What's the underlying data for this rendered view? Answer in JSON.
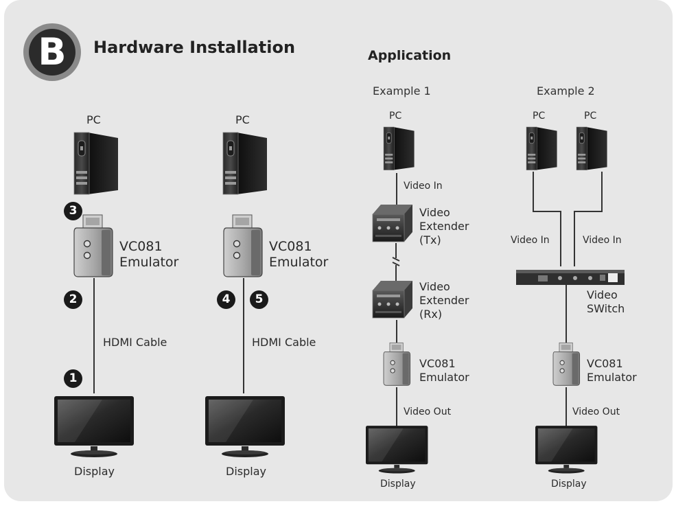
{
  "header": {
    "section_letter": "B",
    "title": "Hardware Installation",
    "application_title": "Application"
  },
  "diagram_a": {
    "pc_label": "PC",
    "emulator_label_1": "VC081",
    "emulator_label_2": "Emulator",
    "cable_label": "HDMI Cable",
    "display_label": "Display",
    "step_top": "3",
    "step_mid": "2",
    "step_bottom": "1"
  },
  "diagram_b": {
    "pc_label": "PC",
    "emulator_label_1": "VC081",
    "emulator_label_2": "Emulator",
    "cable_label": "HDMI Cable",
    "display_label": "Display",
    "step_a": "4",
    "step_b": "5"
  },
  "example1": {
    "title": "Example 1",
    "pc_label": "PC",
    "video_in": "Video In",
    "tx_label_1": "Video",
    "tx_label_2": "Extender",
    "tx_label_3": "(Tx)",
    "rx_label_1": "Video",
    "rx_label_2": "Extender",
    "rx_label_3": "(Rx)",
    "emulator_label_1": "VC081",
    "emulator_label_2": "Emulator",
    "video_out": "Video Out",
    "display_label": "Display"
  },
  "example2": {
    "title": "Example 2",
    "pc1_label": "PC",
    "pc2_label": "PC",
    "video_in_1": "Video In",
    "video_in_2": "Video In",
    "switch_label_1": "Video",
    "switch_label_2": "SWitch",
    "emulator_label_1": "VC081",
    "emulator_label_2": "Emulator",
    "video_out": "Video Out",
    "display_label": "Display"
  },
  "colors": {
    "panel": "#e7e7e7",
    "badge_ring": "#8a8a8a",
    "badge_fill": "#2b2b2b",
    "device_gray": "#b9b9b9",
    "dark": "#1a1a1a"
  },
  "icons": [
    "pc-tower-icon",
    "vc081-emulator-icon",
    "monitor-icon",
    "video-extender-icon",
    "video-switch-icon",
    "step-number-badge"
  ]
}
